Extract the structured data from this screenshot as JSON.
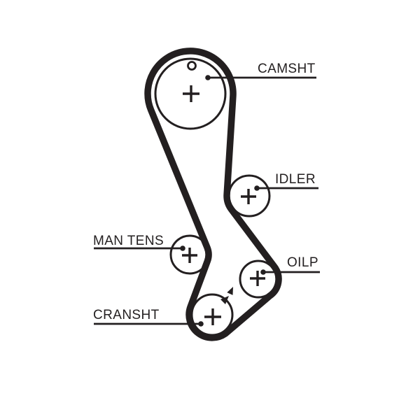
{
  "diagram": {
    "kind": "timing-belt-routing-diagram",
    "background_color": "#ffffff",
    "line_color": "#231f20",
    "labels": {
      "camsht": "CAMSHT",
      "idler": "IDLER",
      "man_tens": "MAN TENS",
      "oilp": "OILP",
      "cransht": "CRANSHT"
    },
    "pulleys": [
      {
        "id": "camshaft",
        "label": "CAMSHT",
        "center_mark": "+"
      },
      {
        "id": "idler",
        "label": "IDLER",
        "center_mark": "+"
      },
      {
        "id": "manual-tensioner",
        "label": "MAN TENS",
        "center_mark": "+"
      },
      {
        "id": "oil-pump",
        "label": "OILP",
        "center_mark": "+"
      },
      {
        "id": "crankshaft",
        "label": "CRANSHT",
        "center_mark": "+"
      }
    ]
  }
}
